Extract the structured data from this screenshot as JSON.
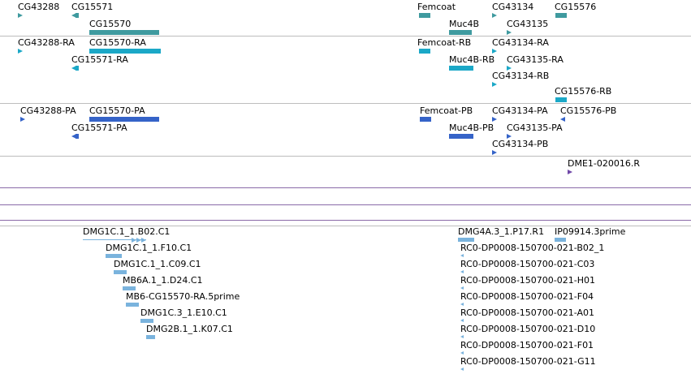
{
  "colors": {
    "gene": "#3f9a9f",
    "transcript_rb": "#1ba8c7",
    "transcript_pa": "#3563c8",
    "est": "#7ab3dd",
    "repeat": "#7048a8",
    "separator": "#bdbdbd",
    "purple_line": "#8a6aa8"
  },
  "gene_track": {
    "labels": [
      "CG43288",
      "CG15571",
      "CG15570",
      "Femcoat",
      "CG43134",
      "CG15576",
      "Muc4B",
      "CG43135"
    ]
  },
  "rna_track": {
    "labels": [
      "CG43288-RA",
      "CG15570-RA",
      "CG15571-RA",
      "Femcoat-RB",
      "CG43134-RA",
      "Muc4B-RB",
      "CG43135-RA",
      "CG43134-RB",
      "CG15576-RB"
    ]
  },
  "protein_track": {
    "labels": [
      "CG43288-PA",
      "CG15570-PA",
      "CG15571-PA",
      "Femcoat-PB",
      "CG43134-PA",
      "CG15576-PB",
      "Muc4B-PB",
      "CG43135-PA",
      "CG43134-PB"
    ]
  },
  "repeat_track": {
    "labels": [
      "DME1-020016.R"
    ]
  },
  "est_track": {
    "labels": [
      "DMG1C.1_1.B02.C1",
      "DMG1C.1_1.F10.C1",
      "DMG1C.1_1.C09.C1",
      "MB6A.1_1.D24.C1",
      "MB6-CG15570-RA.5prime",
      "DMG1C.3_1.E10.C1",
      "DMG2B.1_1.K07.C1",
      "DMG4A.3_1.P17.R1",
      "IP09914.3prime",
      "RC0-DP0008-150700-021-B02_1",
      "RC0-DP0008-150700-021-C03",
      "RC0-DP0008-150700-021-H01",
      "RC0-DP0008-150700-021-F04",
      "RC0-DP0008-150700-021-A01",
      "RC0-DP0008-150700-021-D10",
      "RC0-DP0008-150700-021-F01",
      "RC0-DP0008-150700-021-G11"
    ]
  }
}
